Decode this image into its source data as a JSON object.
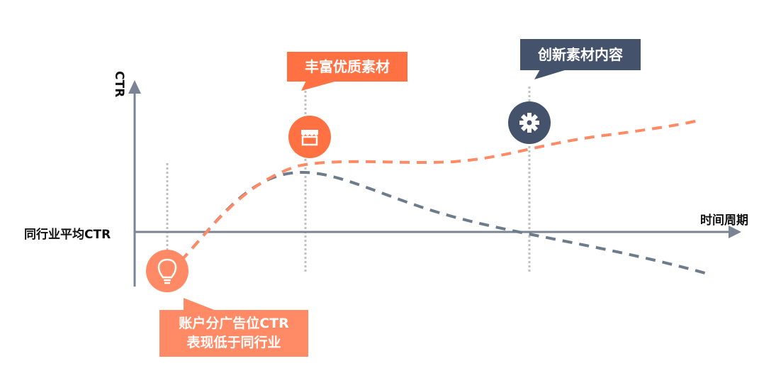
{
  "diagram": {
    "y_axis_label": "CTR",
    "x_axis_label": "时间周期",
    "baseline_label": "同行业平均CTR",
    "colors": {
      "axis": "#7a8494",
      "orange_curve": "#ff8a65",
      "gray_curve": "#6e7b8b",
      "guide_dotted": "#c0c0c0",
      "orange_accent": "#ff7043",
      "orange_light": "#ff8a65",
      "navy": "#44526b"
    },
    "milestones": [
      {
        "icon": "lightbulb-icon",
        "label": "账户分广告位CTR表现低于同行业",
        "label_lines": [
          "账户分广告位CTR",
          "表现低于同行业"
        ],
        "color": "#ff8a65"
      },
      {
        "icon": "store-icon",
        "label": "丰富优质素材",
        "color": "#ff7043"
      },
      {
        "icon": "gear-icon",
        "label": "创新素材内容",
        "color": "#44526b"
      }
    ],
    "series": [
      {
        "name": "optimized-trend",
        "style": "dashed",
        "color": "#ff8a65",
        "description": "rises above industry average and keeps climbing"
      },
      {
        "name": "unoptimized-trend",
        "style": "dashed",
        "color": "#6e7b8b",
        "description": "rises then falls below industry average"
      }
    ]
  }
}
